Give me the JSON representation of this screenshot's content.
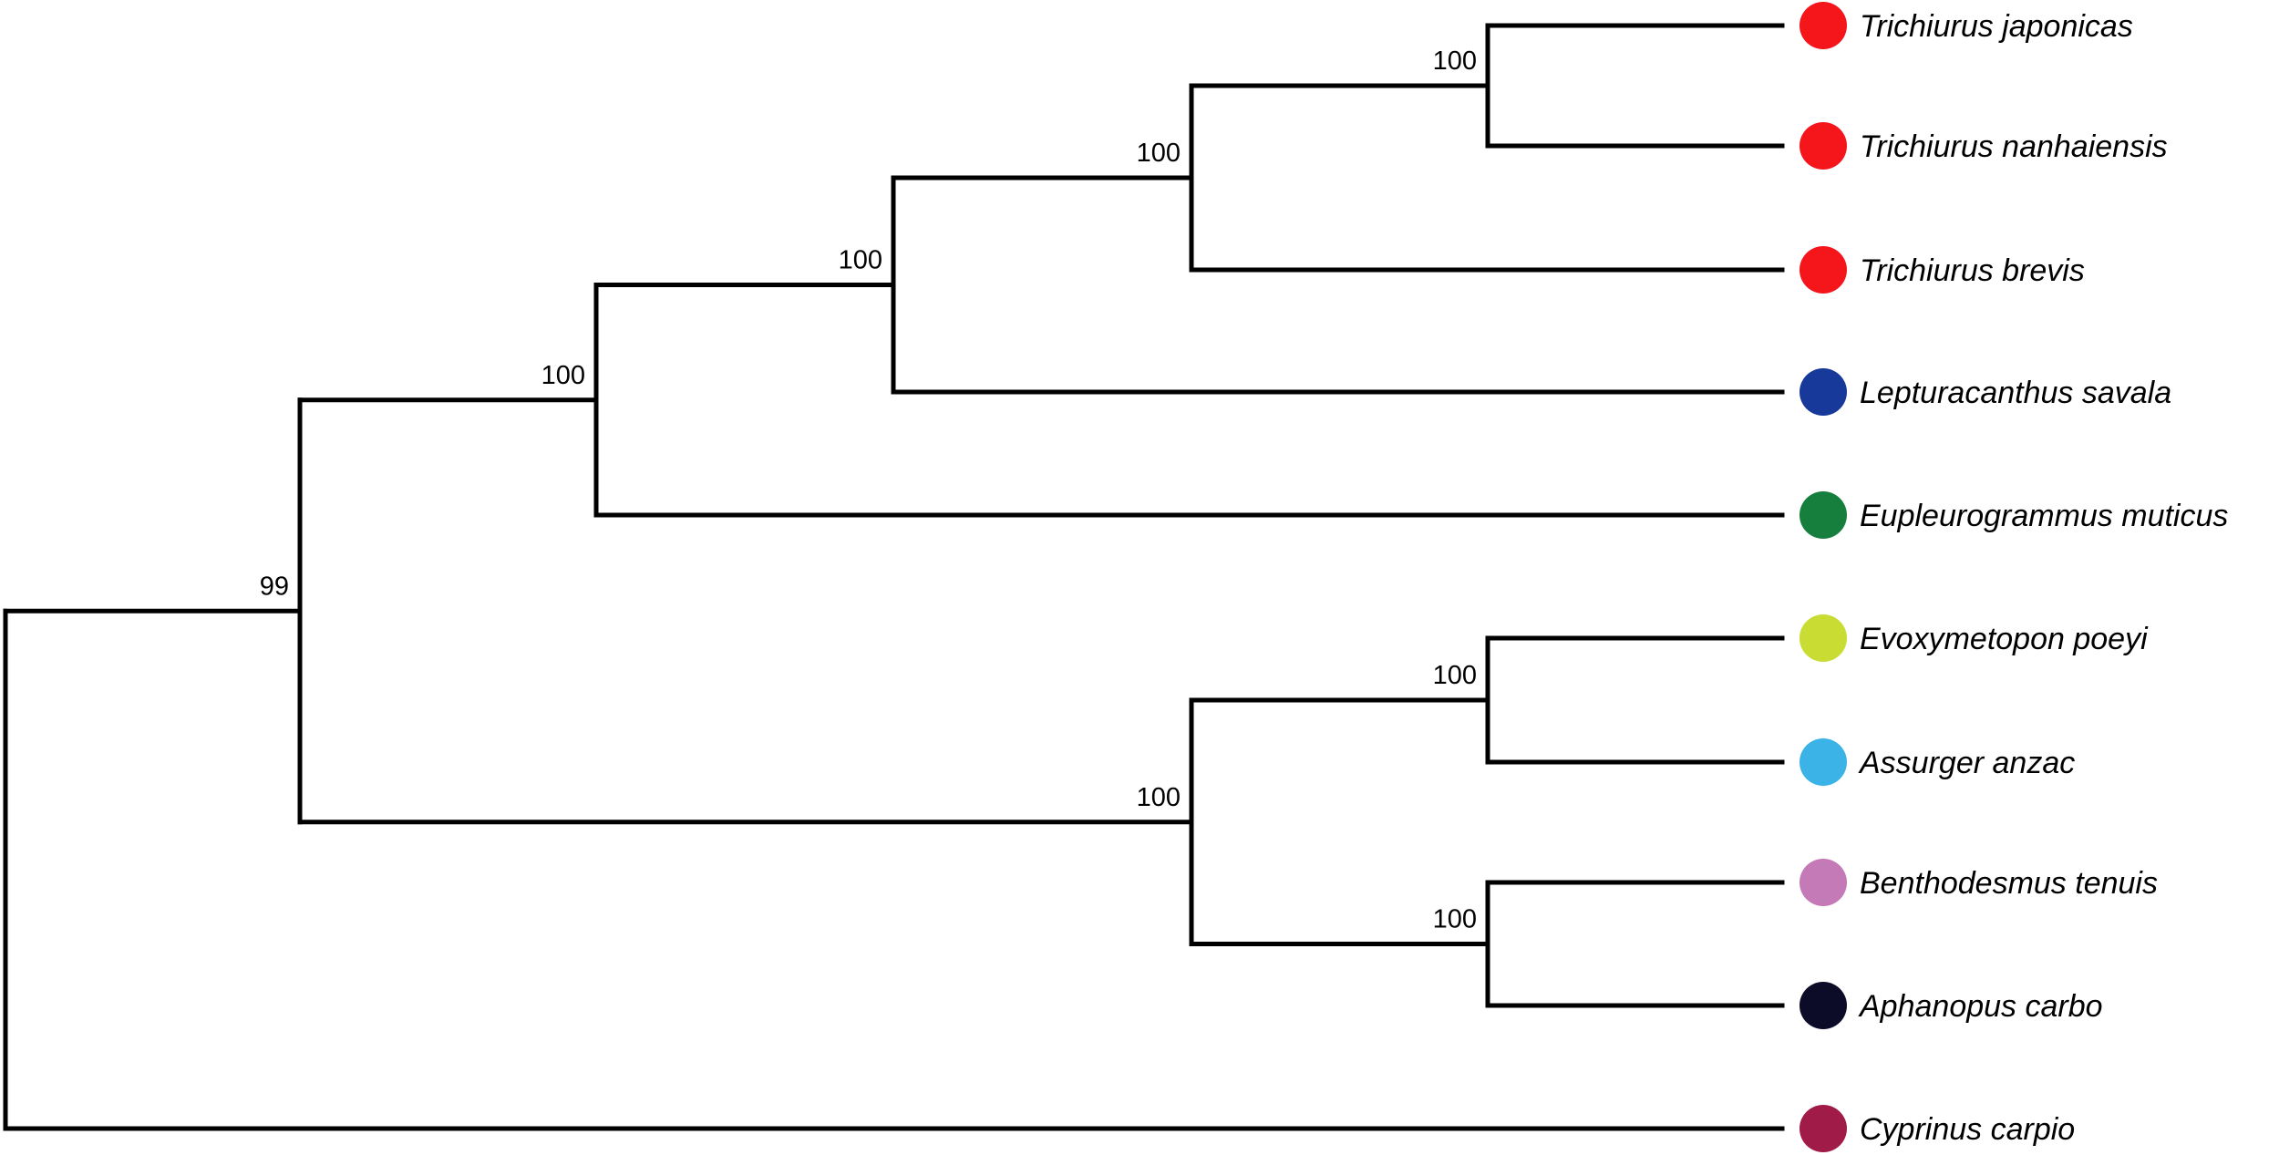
{
  "tree": {
    "id": "root",
    "children": [
      {
        "id": "n99",
        "support": "99",
        "children": [
          {
            "id": "nA",
            "support": "100",
            "children": [
              {
                "id": "nB",
                "support": "100",
                "children": [
                  {
                    "id": "nC",
                    "support": "100",
                    "children": [
                      {
                        "id": "nD",
                        "support": "100",
                        "children": [
                          {
                            "id": "t0",
                            "name": "Trichiurus japonicas",
                            "color": "#f5161b"
                          },
                          {
                            "id": "t1",
                            "name": "Trichiurus nanhaiensis",
                            "color": "#f5161b"
                          }
                        ]
                      },
                      {
                        "id": "t2",
                        "name": "Trichiurus brevis",
                        "color": "#f5161b"
                      }
                    ]
                  },
                  {
                    "id": "t3",
                    "name": "Lepturacanthus savala",
                    "color": "#17399a"
                  }
                ]
              },
              {
                "id": "t4",
                "name": "Eupleurogrammus muticus",
                "color": "#167f3e"
              }
            ]
          },
          {
            "id": "nE",
            "support": "100",
            "children": [
              {
                "id": "nF",
                "support": "100",
                "children": [
                  {
                    "id": "t5",
                    "name": "Evoxymetopon poeyi",
                    "color": "#c8dc33"
                  },
                  {
                    "id": "t6",
                    "name": "Assurger anzac",
                    "color": "#3bb3e6"
                  }
                ]
              },
              {
                "id": "nG",
                "support": "100",
                "children": [
                  {
                    "id": "t7",
                    "name": "Benthodesmus tenuis",
                    "color": "#c47ab6"
                  },
                  {
                    "id": "t8",
                    "name": "Aphanopus carbo",
                    "color": "#0d0c28"
                  }
                ]
              }
            ]
          }
        ]
      },
      {
        "id": "t9",
        "name": "Cyprinus carpio",
        "color": "#a01b48"
      }
    ]
  }
}
